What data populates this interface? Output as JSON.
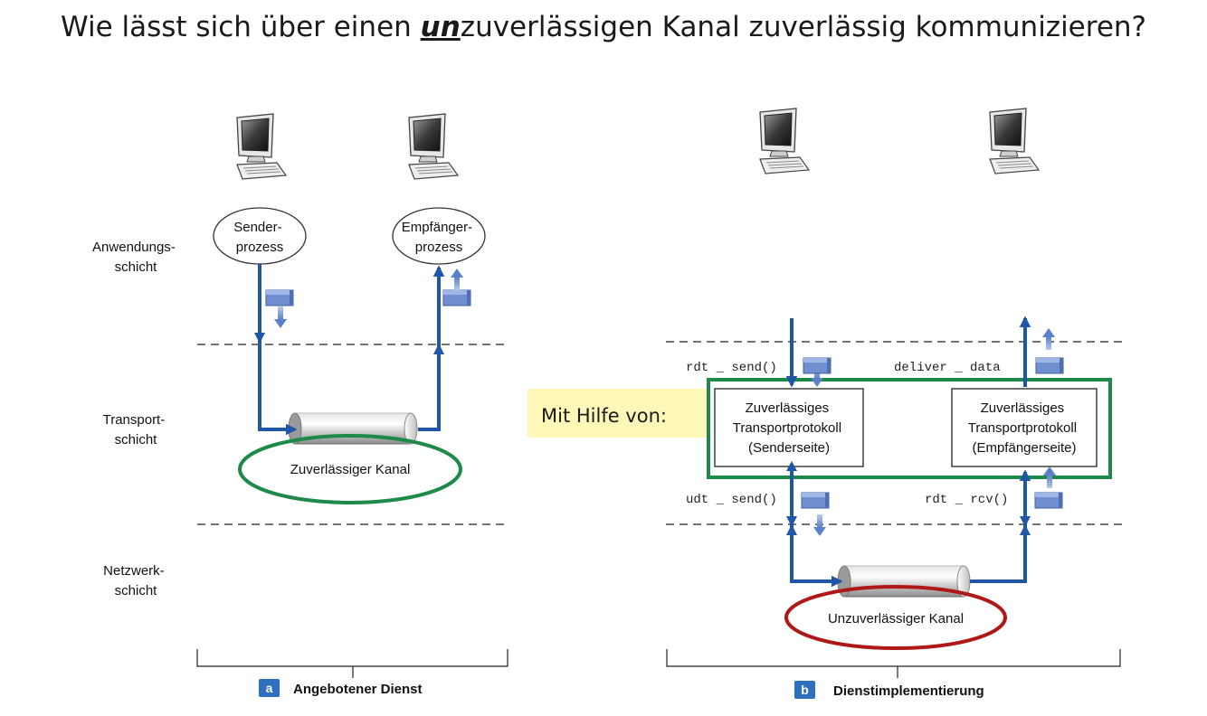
{
  "title": {
    "prefix": "Wie lässt sich über einen ",
    "emphasis": "un",
    "suffix": "zuverlässigen Kanal zuverlässig kommunizieren?"
  },
  "layers": {
    "application": [
      "Anwendungs-",
      "schicht"
    ],
    "transport": [
      "Transport-",
      "schicht"
    ],
    "network": [
      "Netzwerk-",
      "schicht"
    ]
  },
  "panel_a": {
    "badge": "a",
    "caption": "Angebotener Dienst",
    "sender": [
      "Sender-",
      "prozess"
    ],
    "receiver": [
      "Empfänger-",
      "prozess"
    ],
    "channel_label": "Zuverlässiger Kanal"
  },
  "panel_b": {
    "badge": "b",
    "caption": "Dienstimplementierung",
    "rdt_send": "rdt _ send()",
    "deliver_data": "deliver _ data",
    "udt_send": "udt _ send()",
    "rdt_rcv": "rdt _ rcv()",
    "sender_box": [
      "Zuverlässiges",
      "Transportprotokoll",
      "(Senderseite)"
    ],
    "receiver_box": [
      "Zuverlässiges",
      "Transportprotokoll",
      "(Empfängerseite)"
    ],
    "channel_label": "Unzuverlässiger Kanal"
  },
  "highlight": {
    "text": "Mit Hilfe von:",
    "background": "#fdf8b8",
    "frame_color": "#1e8a4a"
  },
  "colors": {
    "arrow": "#1f56a6",
    "packet": "#6f8fd0",
    "badge": "#2f6fbf",
    "reliable_ring": "#1e8a4a",
    "unreliable_ring": "#b01818"
  },
  "icons": {
    "host": "desktop-computer-icon",
    "packet": "data-packet-icon",
    "pipe": "channel-pipe-icon"
  }
}
